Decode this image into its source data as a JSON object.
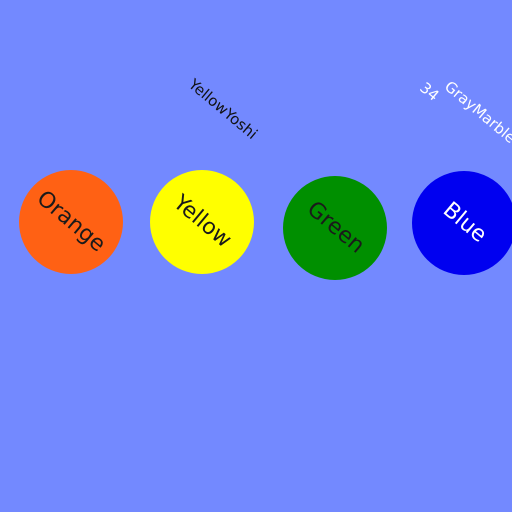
{
  "background_color": "#7389FF",
  "balls": [
    {
      "label": "Orange",
      "color": "#FF6114",
      "text_color": "#1A1A1A"
    },
    {
      "label": "Yellow",
      "color": "#FFFF00",
      "text_color": "#1A1A1A"
    },
    {
      "label": "Green",
      "color": "#008F00",
      "text_color": "#1A1A1A"
    },
    {
      "label": "Blue",
      "color": "#0000F0",
      "text_color": "#FFFFFF"
    }
  ],
  "players": [
    {
      "name": "YellowYoshi",
      "score": "",
      "text_color": "#111111"
    },
    {
      "name": "GrayMarble",
      "score": "34",
      "text_color": "#FFFFFF"
    }
  ]
}
